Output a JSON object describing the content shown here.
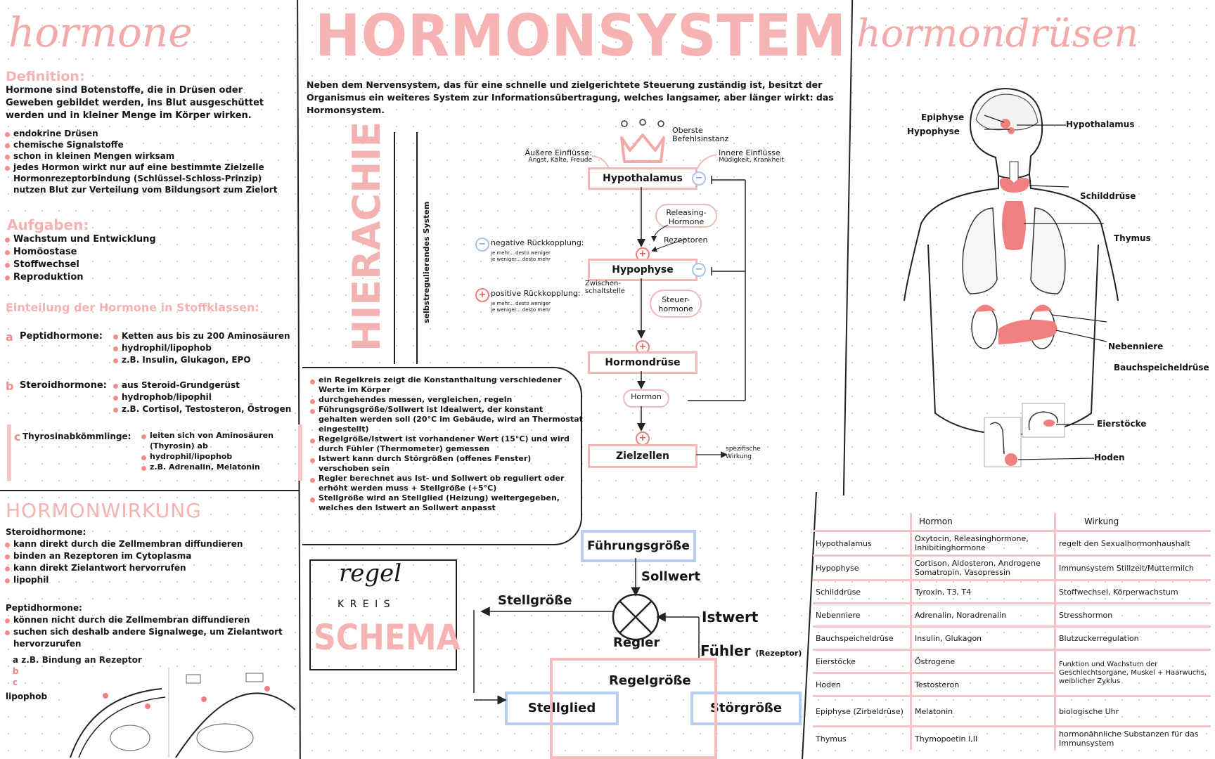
{
  "left": {
    "title": "hormone",
    "definition_heading": "Definition:",
    "definition_text": "Hormone sind Botenstoffe, die in Drüsen oder Geweben gebildet werden, ins Blut ausgeschüttet werden und in kleiner Menge im Körper wirken.",
    "definition_points": [
      "endokrine Drüsen",
      "chemische Signalstoffe",
      "schon in kleinen Mengen wirksam",
      "jedes Hormon wirkt nur auf eine bestimmte Zielzelle Hormonrezeptorbindung (Schlüssel-Schloss-Prinzip) nutzen Blut zur Verteilung vom Bildungsort zum Zielort"
    ],
    "aufgaben_heading": "Aufgaben:",
    "aufgaben": [
      "Wachstum und Entwicklung",
      "Homöostase",
      "Stoffwechsel",
      "Reproduktion"
    ],
    "einteilung_heading": "Einteilung der Hormone in Stoffklassen:",
    "classes": [
      {
        "marker": "a",
        "name": "Peptidhormone:",
        "points": [
          "Ketten aus bis zu 200 Aminosäuren",
          "hydrophil/lipophob",
          "z.B. Insulin, Glukagon, EPO"
        ]
      },
      {
        "marker": "b",
        "name": "Steroidhormone:",
        "points": [
          "aus Steroid-Grundgerüst",
          "hydrophob/lipophil",
          "z.B. Cortisol, Testosteron, Östrogen"
        ]
      },
      {
        "marker": "c",
        "name": "Thyrosinabkömmlinge:",
        "points": [
          "leiten sich von Aminosäuren (Thyrosin) ab",
          "hydrophil/lipophob",
          "z.B. Adrenalin, Melatonin"
        ]
      }
    ],
    "wirkung_heading": "HORMONWIRKUNG",
    "steroid_heading": "Steroidhormone:",
    "steroid_points": [
      "kann direkt durch die Zellmembran diffundieren",
      "binden an Rezeptoren im Cytoplasma",
      "kann direkt Zielantwort hervorrufen",
      "lipophil"
    ],
    "peptid_heading": "Peptidhormone:",
    "peptid_points": [
      "können nicht durch die Zellmembran diffundieren",
      "suchen sich deshalb andere Signalwege, um Zielantwort hervorzurufen"
    ],
    "peptid_sub": [
      "a  z.B. Bindung an Rezeptor",
      "b",
      "c"
    ],
    "lipophob": "lipophob"
  },
  "center": {
    "title": "HORMONSYSTEM",
    "intro": "Neben dem Nervensystem, das für eine schnelle und zielgerichtete Steuerung zuständig ist, besitzt der Organismus ein weiteres System zur Informationsübertragung, welches langsamer, aber länger wirkt: das Hormonsystem.",
    "hierarchy_word": "HIERACHIE",
    "hierarchy_side": "selbstregulierendes System",
    "crown_label": "Oberste Befehlsinstanz",
    "outer_influences": "Äußere Einflüsse:",
    "outer_examples": "Angst, Kälte, Freude",
    "inner_influences": "Innere Einflüsse",
    "inner_examples": "Müdigkeit, Krankheit",
    "box_hypothalamus": "Hypothalamus",
    "box_hypophyse": "Hypophyse",
    "box_hormondruese": "Hormondrüse",
    "box_zielzellen": "Zielzellen",
    "pill_releasing": "Releasing-Hormone",
    "pill_steuer": "Steuer-hormone",
    "pill_hormon": "Hormon",
    "rezeptoren": "Rezeptoren",
    "zwischen": "Zwischen-schaltstelle",
    "specific": "spezifische Wirkung",
    "neg_feedback": "negative Rückkopplung:",
    "neg_sub": "je mehr... desto weniger  je weniger... desto mehr",
    "pos_feedback": "positive Rückkopplung:",
    "pos_sub": "je mehr... desto weniger  je weniger... desto mehr",
    "regelkreis_points": [
      "ein Regelkreis zeigt die Konstanthaltung verschiedener Werte im Körper",
      "durchgehendes messen, vergleichen, regeln",
      "Führungsgröße/Sollwert ist Idealwert, der konstant gehalten werden soll (20°C im Gebäude, wird an Thermostat eingestellt)",
      "Regelgröße/Istwert ist vorhandener Wert (15°C) und wird durch Fühler (Thermometer) gemessen",
      "Istwert kann durch Störgrößen (offenes Fenster) verschoben sein",
      "Regler berechnet aus Ist- und Sollwert ob reguliert oder erhöht werden muss + Stellgröße (+5°C)",
      "Stellgröße wird an Stellglied (Heizung) weitergegeben, welches den Istwert an Sollwert anpasst"
    ],
    "schema_regel": "regel",
    "schema_kreis": "K R E I S",
    "schema_word": "SCHEMA",
    "fuehrungsgroesse": "Führungsgröße",
    "sollwert": "Sollwert",
    "stellgroesse": "Stellgröße",
    "istwert": "Istwert",
    "regler": "Regler",
    "fuehler": "Fühler",
    "fuehler_sub": "(Rezeptor)",
    "regelgroesse": "Regelgröße",
    "stellglied": "Stellglied",
    "stoergroesse": "Störgröße"
  },
  "right": {
    "title": "hormondrüsen",
    "labels": [
      "Epiphyse",
      "Hypophyse",
      "Hypothalamus",
      "Schilddrüse",
      "Thymus",
      "Nebenniere",
      "Bauchspeicheldrüse",
      "Eierstöcke",
      "Hoden"
    ],
    "table_head": [
      "",
      "Hormon",
      "Wirkung"
    ],
    "table": [
      [
        "Hypothalamus",
        "Oxytocin, Releasinghormone, Inhibitinghormone",
        "regelt den Sexualhormonhaushalt"
      ],
      [
        "Hypophyse",
        "Cortison, Aldosteron, Androgene Somatropin, Vasopressin",
        "Immunsystem Stillzeit/Muttermilch"
      ],
      [
        "Schilddrüse",
        "Tyroxin, T3, T4",
        "Stoffwechsel, Körperwachstum"
      ],
      [
        "Nebenniere",
        "Adrenalin, Noradrenalin",
        "Stresshormon"
      ],
      [
        "Bauchspeicheldrüse",
        "Insulin, Glukagon",
        "Blutzuckerregulation"
      ],
      [
        "Eierstöcke",
        "Östrogene",
        "Funktion und Wachstum der Geschlechtsorgane, Muskel + Haarwuchs, weiblicher Zyklus"
      ],
      [
        "Hoden",
        "Testosteron",
        ""
      ],
      [
        "Epiphyse (Zirbeldrüse)",
        "Melatonin",
        "biologische Uhr"
      ],
      [
        "Thymus",
        "Thymopoetin I,II",
        "hormonähnliche Substanzen für das Immunsystem"
      ]
    ]
  }
}
